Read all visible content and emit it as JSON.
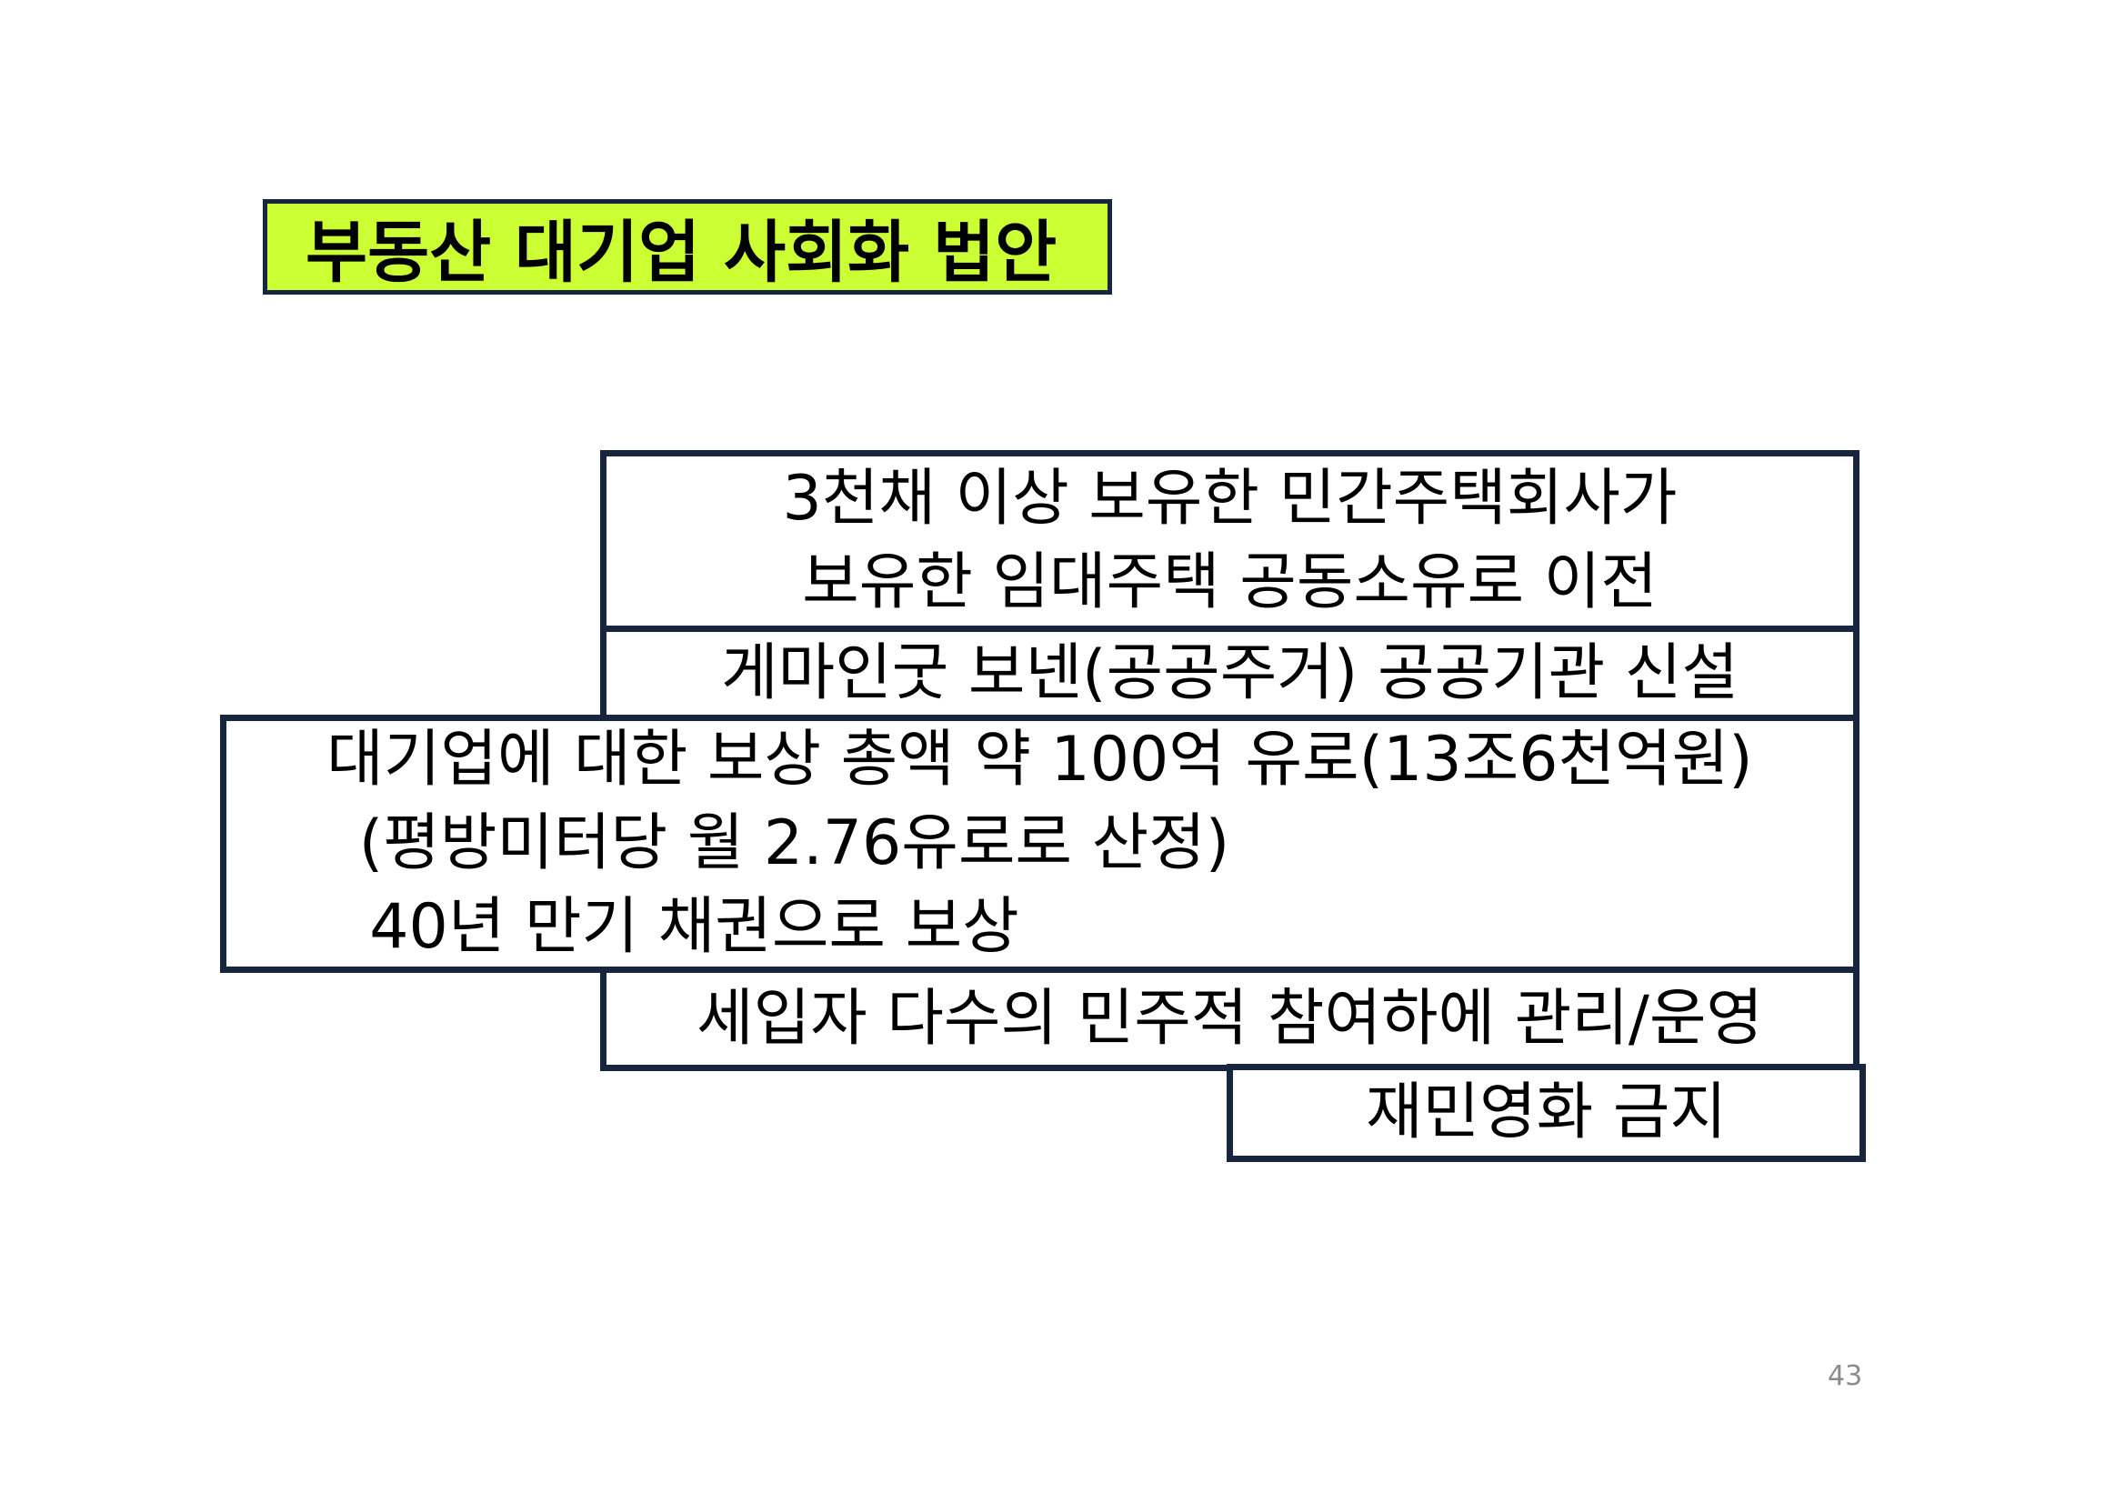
{
  "title": "부동산 대기업 사회화 법안",
  "boxes": [
    {
      "lines": [
        "3천채 이상 보유한 민간주택회사가",
        "보유한 임대주택 공동소유로 이전"
      ]
    },
    {
      "lines": [
        "게마인굿 보넨(공공주거) 공공기관 신설"
      ]
    },
    {
      "lines": [
        "대기업에 대한 보상 총액 약 100억 유로(13조6천억원)",
        "(평방미터당 월 2.76유로로 산정)",
        "40년 만기 채권으로 보상"
      ]
    },
    {
      "lines": [
        "세입자 다수의 민주적 참여하에 관리/운영"
      ]
    },
    {
      "lines": [
        "재민영화 금지"
      ]
    }
  ],
  "page_number": "43",
  "colors": {
    "title_background": "#ccff33",
    "border": "#17253f",
    "page_number": "#8c8c8c"
  }
}
